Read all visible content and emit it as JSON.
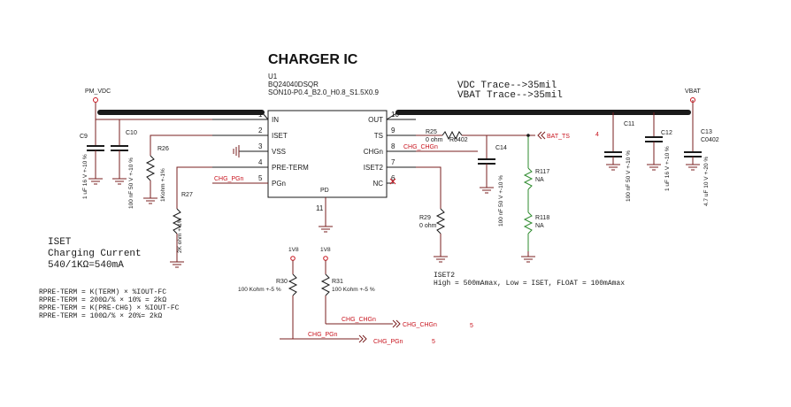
{
  "title": "CHARGER IC",
  "ic": {
    "ref": "U1",
    "part": "BQ24040DSQR",
    "package": "SON10-P0.4_B2.0_H0.8_S1.5X0.9",
    "center_pin_label": "PD",
    "center_pin_num": "11",
    "left_pins": [
      {
        "num": "1",
        "name": "IN"
      },
      {
        "num": "2",
        "name": "ISET"
      },
      {
        "num": "3",
        "name": "VSS"
      },
      {
        "num": "4",
        "name": "PRE-TERM"
      },
      {
        "num": "5",
        "name": "PGn"
      }
    ],
    "right_pins": [
      {
        "num": "10",
        "name": "OUT"
      },
      {
        "num": "9",
        "name": "TS"
      },
      {
        "num": "8",
        "name": "CHGn"
      },
      {
        "num": "7",
        "name": "ISET2"
      },
      {
        "num": "6",
        "name": "NC"
      }
    ]
  },
  "nets": {
    "pm_vdc": "PM_VDC",
    "vbat": "VBAT",
    "bat_ts": "BAT_TS",
    "chg_pgn": "CHG_PGn",
    "chg_chgn": "CHG_CHGn",
    "v1v8_a": "1V8",
    "v1v8_b": "1V8",
    "sheet_ref_a": "5",
    "sheet_ref_b": "5",
    "sheet_ref_c": "4"
  },
  "trace_notes": [
    "VDC Trace-->35mil",
    "VBAT Trace-->35mil"
  ],
  "components": {
    "c9": {
      "ref": "C9",
      "value": "1 uF 16 V +-10 %"
    },
    "c10": {
      "ref": "C10",
      "value": "100 nF 50 V +-10 %"
    },
    "r26": {
      "ref": "R26",
      "value": "1Kohm +-1%"
    },
    "r27": {
      "ref": "R27",
      "value": "2K ohm +-1%"
    },
    "r25": {
      "ref": "R25",
      "value": "0 ohm",
      "pkg": "R0402"
    },
    "c14": {
      "ref": "C14",
      "value": "100 nF 50 V +-10 %"
    },
    "r117": {
      "ref": "R117",
      "value": "NA"
    },
    "r118": {
      "ref": "R118",
      "value": "NA"
    },
    "r29": {
      "ref": "R29",
      "value": "0 ohm"
    },
    "c11": {
      "ref": "C11",
      "value": "100 nF 50 V +-10 %"
    },
    "c12": {
      "ref": "C12",
      "value": "1 uF 16 V +-10 %"
    },
    "c13": {
      "ref": "C13",
      "value": "4.7 uF 10 V +-20 %",
      "pkg": "C0402"
    },
    "r30": {
      "ref": "R30",
      "value": "100 Kohm +-5 %"
    },
    "r31": {
      "ref": "R31",
      "value": "100 Kohm +-5 %"
    }
  },
  "notes": {
    "iset": [
      "ISET",
      "Charging Current",
      "540/1KΩ=540mA"
    ],
    "iset2": [
      "ISET2",
      "High = 500mAmax, Low = ISET, FLOAT = 100mAmax"
    ],
    "rpre": [
      "RPRE-TERM = K(TERM) × %IOUT-FC",
      "RPRE-TERM = 200Ω/% × 10% = 2kΩ",
      "RPRE-TERM = K(PRE-CHG) × %IOUT-FC",
      "RPRE-TERM = 100Ω/% × 20%= 2kΩ"
    ]
  }
}
